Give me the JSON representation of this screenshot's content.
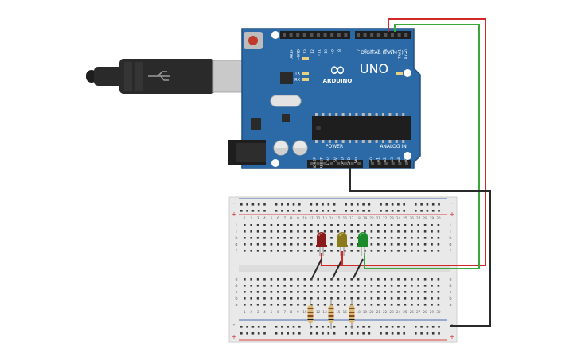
{
  "arduino": {
    "model": "UNO",
    "brand": "ARDUINO",
    "logo_symbol": "∞",
    "digital_label": "DIGITAL (PWM~)",
    "power_label": "POWER",
    "analog_label": "ANALOG IN",
    "on_label": "ON",
    "led_l": "L",
    "led_tx": "TX",
    "led_rx": "RX",
    "digital_pins_left": [
      "AREF",
      "GND",
      "13",
      "12",
      "~11",
      "~10",
      "~9",
      "8"
    ],
    "digital_pins_right": [
      "7",
      "~6",
      "~5",
      "4",
      "~3",
      "2",
      "TX►1",
      "RX◄0"
    ],
    "power_pins": [
      "IOREF",
      "RESET",
      "3.3V",
      "5V",
      "GND",
      "GND",
      "Vin"
    ],
    "analog_pins": [
      "A0",
      "A1",
      "A2",
      "A3",
      "A4",
      "A5"
    ],
    "colors": {
      "board": "#2b6aa6",
      "board_edge": "#1f4f80"
    }
  },
  "breadboard": {
    "col_numbers": [
      "1",
      "2",
      "3",
      "4",
      "5",
      "6",
      "7",
      "8",
      "9",
      "10",
      "11",
      "12",
      "13",
      "14",
      "15",
      "16",
      "17",
      "18",
      "19",
      "20",
      "21",
      "22",
      "23",
      "24",
      "25",
      "26",
      "27",
      "28",
      "29",
      "30"
    ],
    "rows_top": [
      "j",
      "i",
      "h",
      "g",
      "f"
    ],
    "rows_bottom": [
      "e",
      "d",
      "c",
      "b",
      "a"
    ],
    "rail_plus": "+",
    "rail_minus": "-"
  },
  "leds": [
    {
      "name": "red",
      "color": "#8b1a1a"
    },
    {
      "name": "yellow",
      "color": "#8a7a1a"
    },
    {
      "name": "green",
      "color": "#1a8a2a"
    }
  ],
  "wire_colors": {
    "red": "#d42828",
    "green": "#3aa83a",
    "black": "#2a2a2a"
  }
}
